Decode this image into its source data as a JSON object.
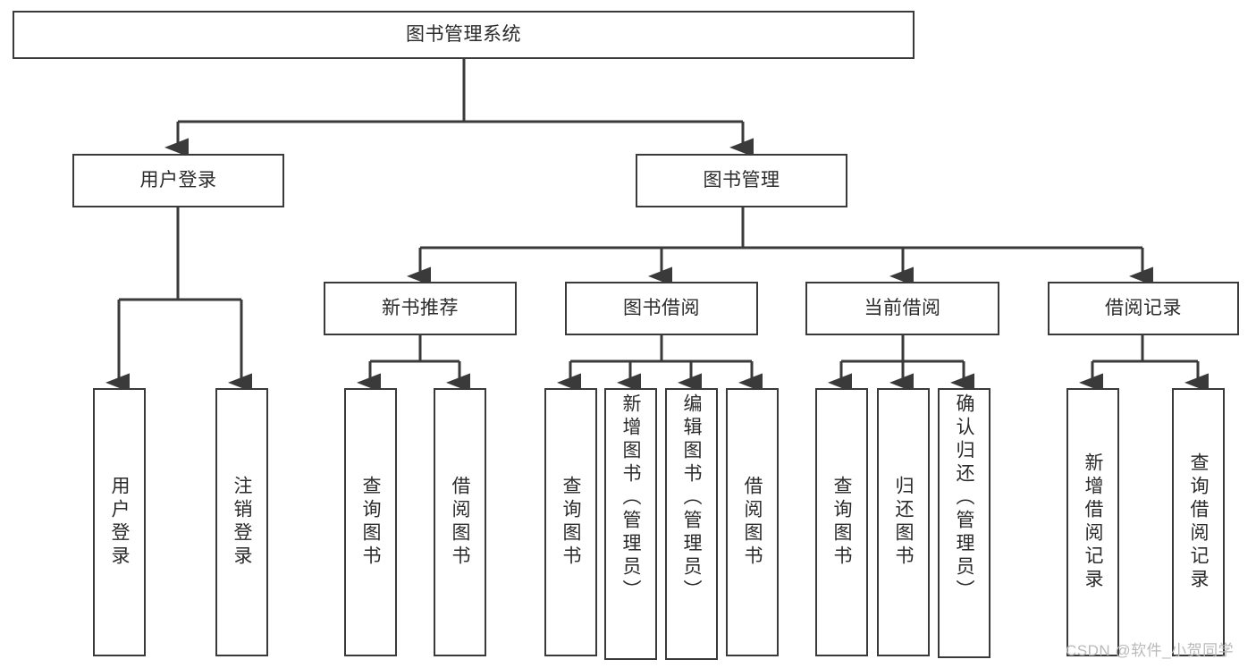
{
  "diagram": {
    "type": "tree",
    "title": "图书管理系统",
    "root": {
      "id": "root",
      "label": "图书管理系统"
    },
    "level2": [
      {
        "id": "user-login",
        "label": "用户登录"
      },
      {
        "id": "book-management",
        "label": "图书管理"
      }
    ],
    "level3": [
      {
        "id": "new-book-recommend",
        "label": "新书推荐",
        "parent": "book-management"
      },
      {
        "id": "book-borrow",
        "label": "图书借阅",
        "parent": "book-management"
      },
      {
        "id": "current-borrow",
        "label": "当前借阅",
        "parent": "book-management"
      },
      {
        "id": "borrow-record",
        "label": "借阅记录",
        "parent": "book-management"
      }
    ],
    "leaves": [
      {
        "id": "leaf-user-login",
        "label": "用户登录",
        "parent": "user-login"
      },
      {
        "id": "leaf-logout-login",
        "label": "注销登录",
        "parent": "user-login"
      },
      {
        "id": "leaf-query-book-1",
        "label": "查询图书",
        "parent": "new-book-recommend"
      },
      {
        "id": "leaf-borrow-book-1",
        "label": "借阅图书",
        "parent": "new-book-recommend"
      },
      {
        "id": "leaf-query-book-2",
        "label": "查询图书",
        "parent": "book-borrow"
      },
      {
        "id": "leaf-add-book",
        "label": "新增图书（管理员）",
        "parent": "book-borrow"
      },
      {
        "id": "leaf-edit-book",
        "label": "编辑图书（管理员）",
        "parent": "book-borrow"
      },
      {
        "id": "leaf-borrow-book-2",
        "label": "借阅图书",
        "parent": "book-borrow"
      },
      {
        "id": "leaf-query-book-3",
        "label": "查询图书",
        "parent": "current-borrow"
      },
      {
        "id": "leaf-return-book",
        "label": "归还图书",
        "parent": "current-borrow"
      },
      {
        "id": "leaf-confirm-return",
        "label": "确认归还（管理员）",
        "parent": "current-borrow"
      },
      {
        "id": "leaf-add-record",
        "label": "新增借阅记录",
        "parent": "borrow-record"
      },
      {
        "id": "leaf-query-record",
        "label": "查询借阅记录",
        "parent": "borrow-record"
      }
    ],
    "colors": {
      "box_stroke": "#3a3a3a",
      "box_fill": "#ffffff",
      "connector": "#3a3a3a",
      "text": "#2b2b2b",
      "watermark": "#b9b9b9"
    }
  },
  "watermark": {
    "text": "CSDN @软件_小贺同学"
  }
}
